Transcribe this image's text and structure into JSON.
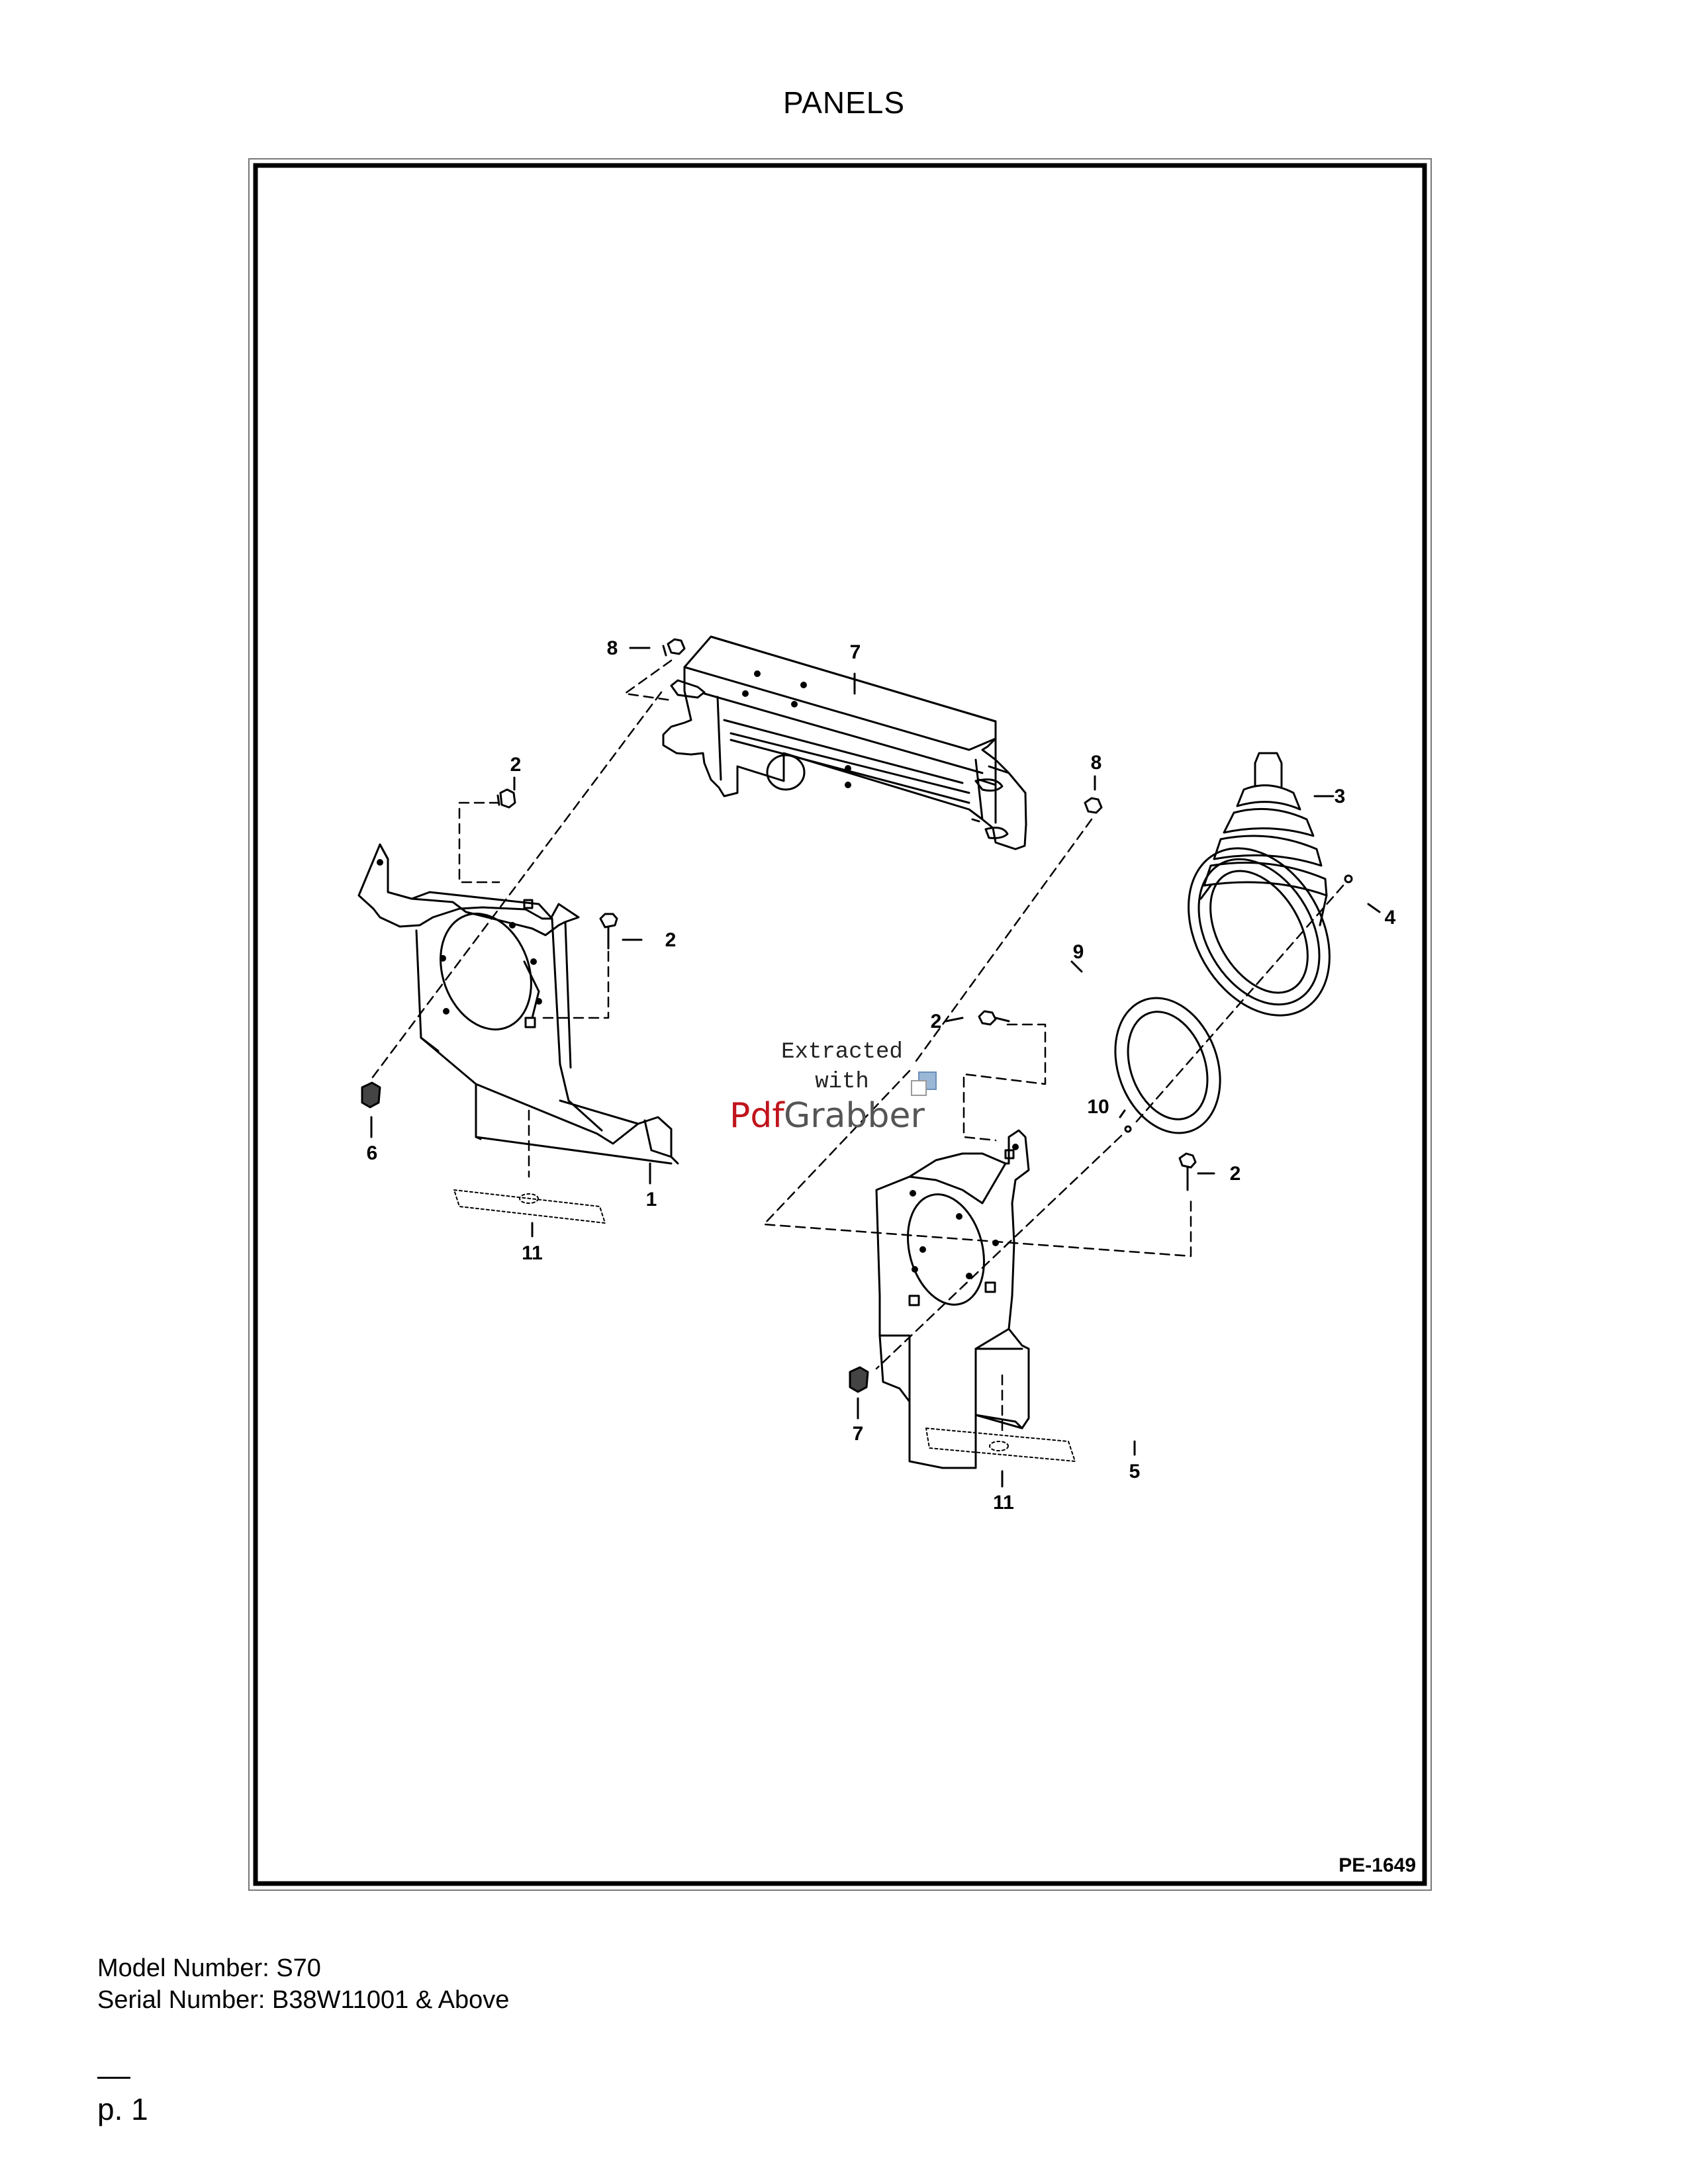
{
  "page": {
    "title": "PANELS",
    "footer": {
      "model": "Model Number: S70",
      "serial": "Serial Number: B38W11001 & Above",
      "page_number": "p. 1"
    }
  },
  "diagram": {
    "figure_code": "PE-1649",
    "callouts": [
      "1",
      "2",
      "2",
      "2",
      "2",
      "3",
      "4",
      "5",
      "6",
      "7",
      "7",
      "8",
      "8",
      "9",
      "10",
      "11",
      "11"
    ],
    "watermark": {
      "line1": "Extracted",
      "line2": "with",
      "brand_a": "Pdf",
      "brand_b": "Grabber"
    }
  }
}
